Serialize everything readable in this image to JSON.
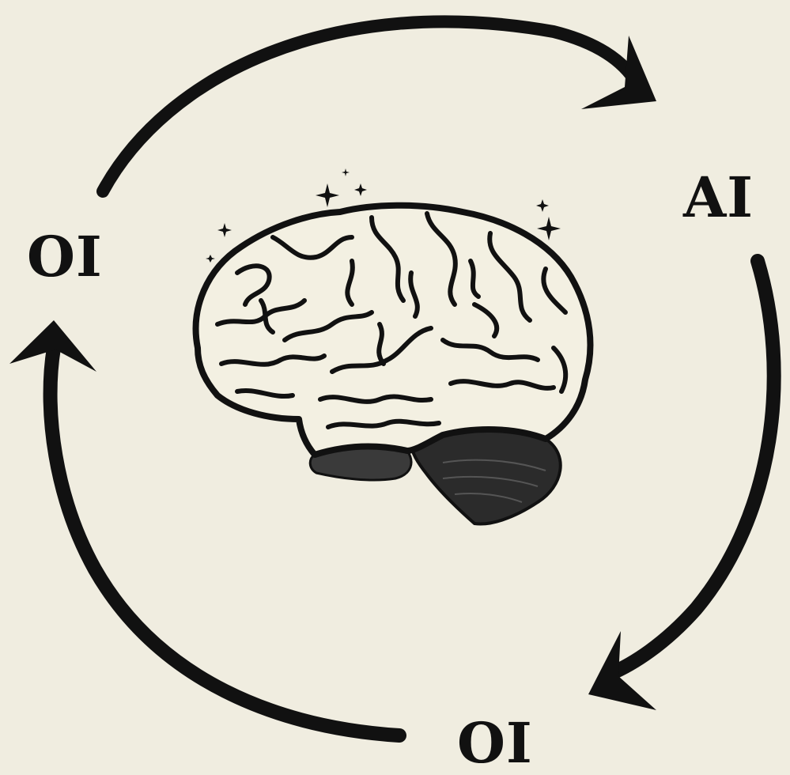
{
  "nodes": {
    "left": {
      "label": "OI"
    },
    "right": {
      "label": "AI"
    },
    "bottom": {
      "label": "OI"
    }
  },
  "colors": {
    "background": "#f0ede0",
    "ink": "#111111",
    "brain_fill": "#f3f0e2",
    "cerebellum": "#2b2b2b"
  },
  "icons": {
    "center": "brain-icon",
    "sparkles": "sparkle-icon",
    "arrows": "curved-arrow-icon"
  }
}
